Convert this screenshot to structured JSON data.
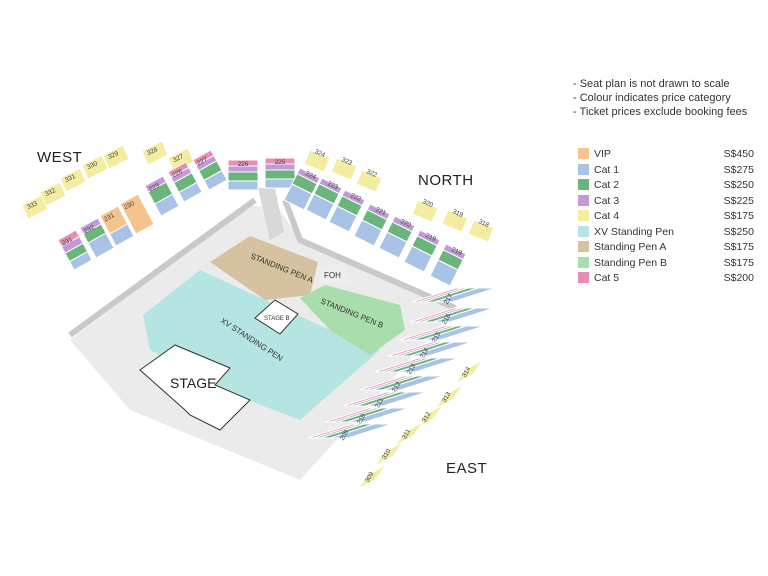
{
  "colors": {
    "vip": "#f4c48c",
    "cat1": "#a9c3e6",
    "cat2": "#69b57c",
    "cat3": "#c29ad6",
    "cat4": "#f3eda2",
    "xv_pen": "#b5e5e3",
    "pen_a": "#d6c2a0",
    "pen_b": "#a9ddab",
    "cat5": "#e78fb3",
    "floor": "#ebebeb",
    "walkway": "#c9c9c9"
  },
  "notes": [
    "- Seat plan is not drawn to scale",
    "- Colour indicates price category",
    "- Ticket prices exclude booking fees"
  ],
  "legend": [
    {
      "name": "VIP",
      "price": "S$450",
      "color": "#f4c48c"
    },
    {
      "name": "Cat 1",
      "price": "S$275",
      "color": "#a9c3e6"
    },
    {
      "name": "Cat 2",
      "price": "S$250",
      "color": "#69b57c"
    },
    {
      "name": "Cat 3",
      "price": "S$225",
      "color": "#c29ad6"
    },
    {
      "name": "Cat 4",
      "price": "S$175",
      "color": "#f3eda2"
    },
    {
      "name": "XV Standing Pen",
      "price": "S$250",
      "color": "#b5e5e3"
    },
    {
      "name": "Standing Pen A",
      "price": "S$175",
      "color": "#d6c2a0"
    },
    {
      "name": "Standing Pen B",
      "price": "S$175",
      "color": "#a9ddab"
    },
    {
      "name": "Cat 5",
      "price": "S$200",
      "color": "#e78fb3"
    }
  ],
  "directions": {
    "west": "WEST",
    "north": "NORTH",
    "east": "EAST"
  },
  "zones": {
    "stage": "STAGE",
    "stage_b": "STAGE B",
    "pen_a": "STANDING PEN A",
    "pen_b": "STANDING PEN B",
    "xv_pen": "XV STANDING PEN",
    "foh": "FOH"
  },
  "sections": {
    "west_outer": [
      "333",
      "332",
      "331",
      "330",
      "329",
      "328",
      "327"
    ],
    "north_upper_left": [
      "226",
      "225"
    ],
    "north_outer": [
      "324",
      "323",
      "322",
      "320",
      "319",
      "318"
    ],
    "west_lower": [
      "231",
      "232",
      "231",
      "230",
      "229",
      "228",
      "227"
    ],
    "north_lower": [
      "224",
      "223",
      "222",
      "221",
      "220",
      "219",
      "218"
    ],
    "east_upper": [
      "217",
      "216",
      "215",
      "214",
      "213",
      "212",
      "211",
      "210",
      "209"
    ],
    "east_outer": [
      "314",
      "313",
      "312",
      "311",
      "310",
      "309"
    ]
  }
}
